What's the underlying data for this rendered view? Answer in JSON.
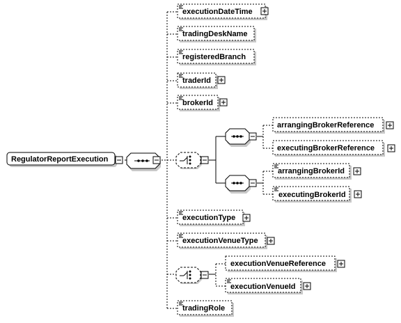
{
  "root": {
    "label": "RegulatorReportExecution"
  },
  "elements": {
    "executionDateTime": "executionDateTime",
    "tradingDeskName": "tradingDeskName",
    "registeredBranch": "registeredBranch",
    "traderId": "traderId",
    "brokerId": "brokerId",
    "arrangingBrokerReference": "arrangingBrokerReference",
    "executingBrokerReference": "executingBrokerReference",
    "arrangingBrokerId": "arrangingBrokerId",
    "executingBrokerId": "executingBrokerId",
    "executionType": "executionType",
    "executionVenueType": "executionVenueType",
    "executionVenueReference": "executionVenueReference",
    "executionVenueId": "executionVenueId",
    "tradingRole": "tradingRole"
  },
  "icons": {
    "expand": "plus-box-icon",
    "collapse": "minus-box-icon",
    "sequence": "sequence-compositor-icon",
    "choice": "choice-compositor-icon",
    "annotation": "documentation-lines-icon"
  },
  "colors": {
    "stroke": "#000000",
    "dashed": "#666666",
    "boxFill": "#ffffff",
    "shadow": "#c8c8c8",
    "compositorFill": "#ffffff"
  }
}
